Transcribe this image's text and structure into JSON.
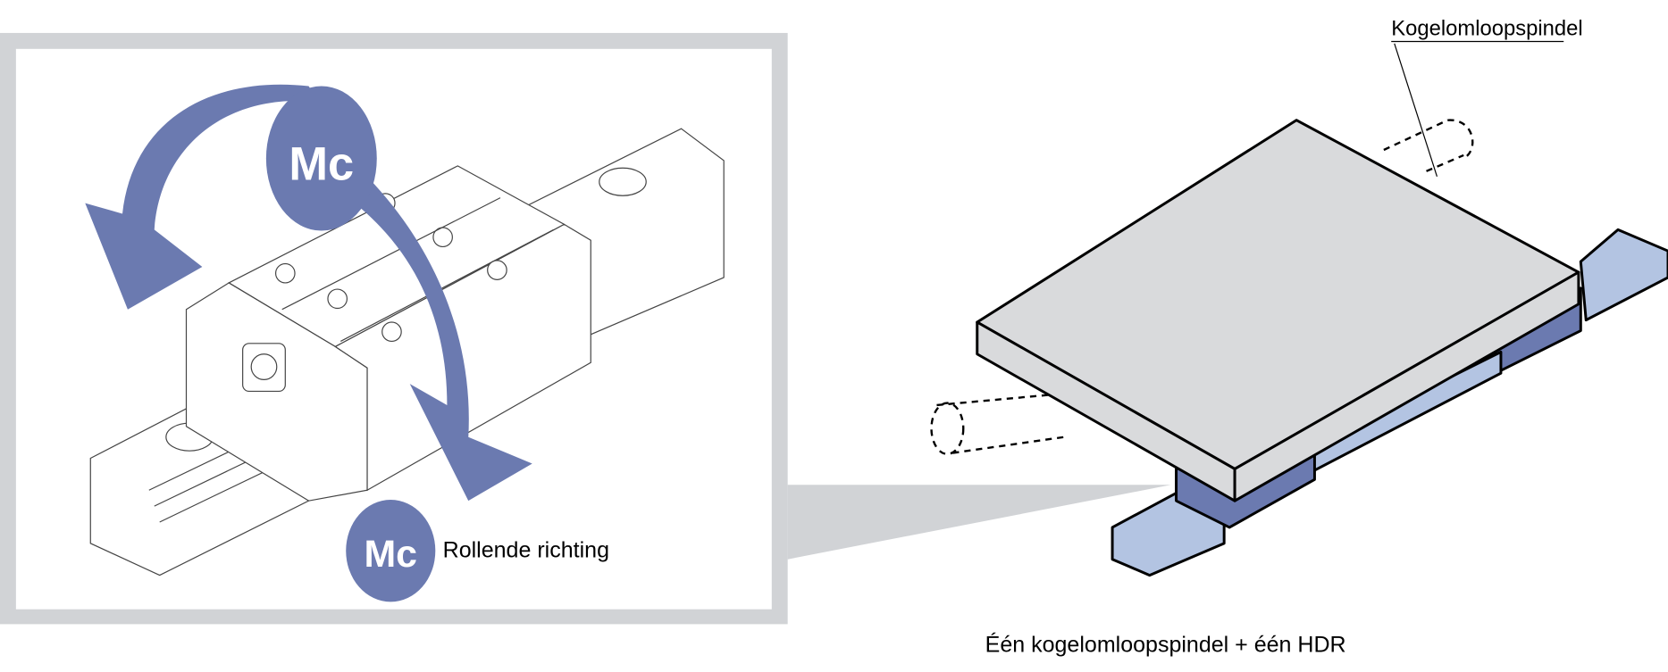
{
  "left_panel": {
    "moment_symbol": "Mc",
    "legend_symbol": "Mc",
    "legend_label": "Rollende richting"
  },
  "right_panel": {
    "callout_label": "Kogelomloopspindel",
    "caption": "Één kogelomloopspindel + één HDR"
  },
  "colors": {
    "accent": "#6b7ab0",
    "rail_blue": "#b3c4e2",
    "block_blue": "#6b7ab0",
    "table_gray": "#d9dadc",
    "frame_gray": "#d1d3d6"
  }
}
